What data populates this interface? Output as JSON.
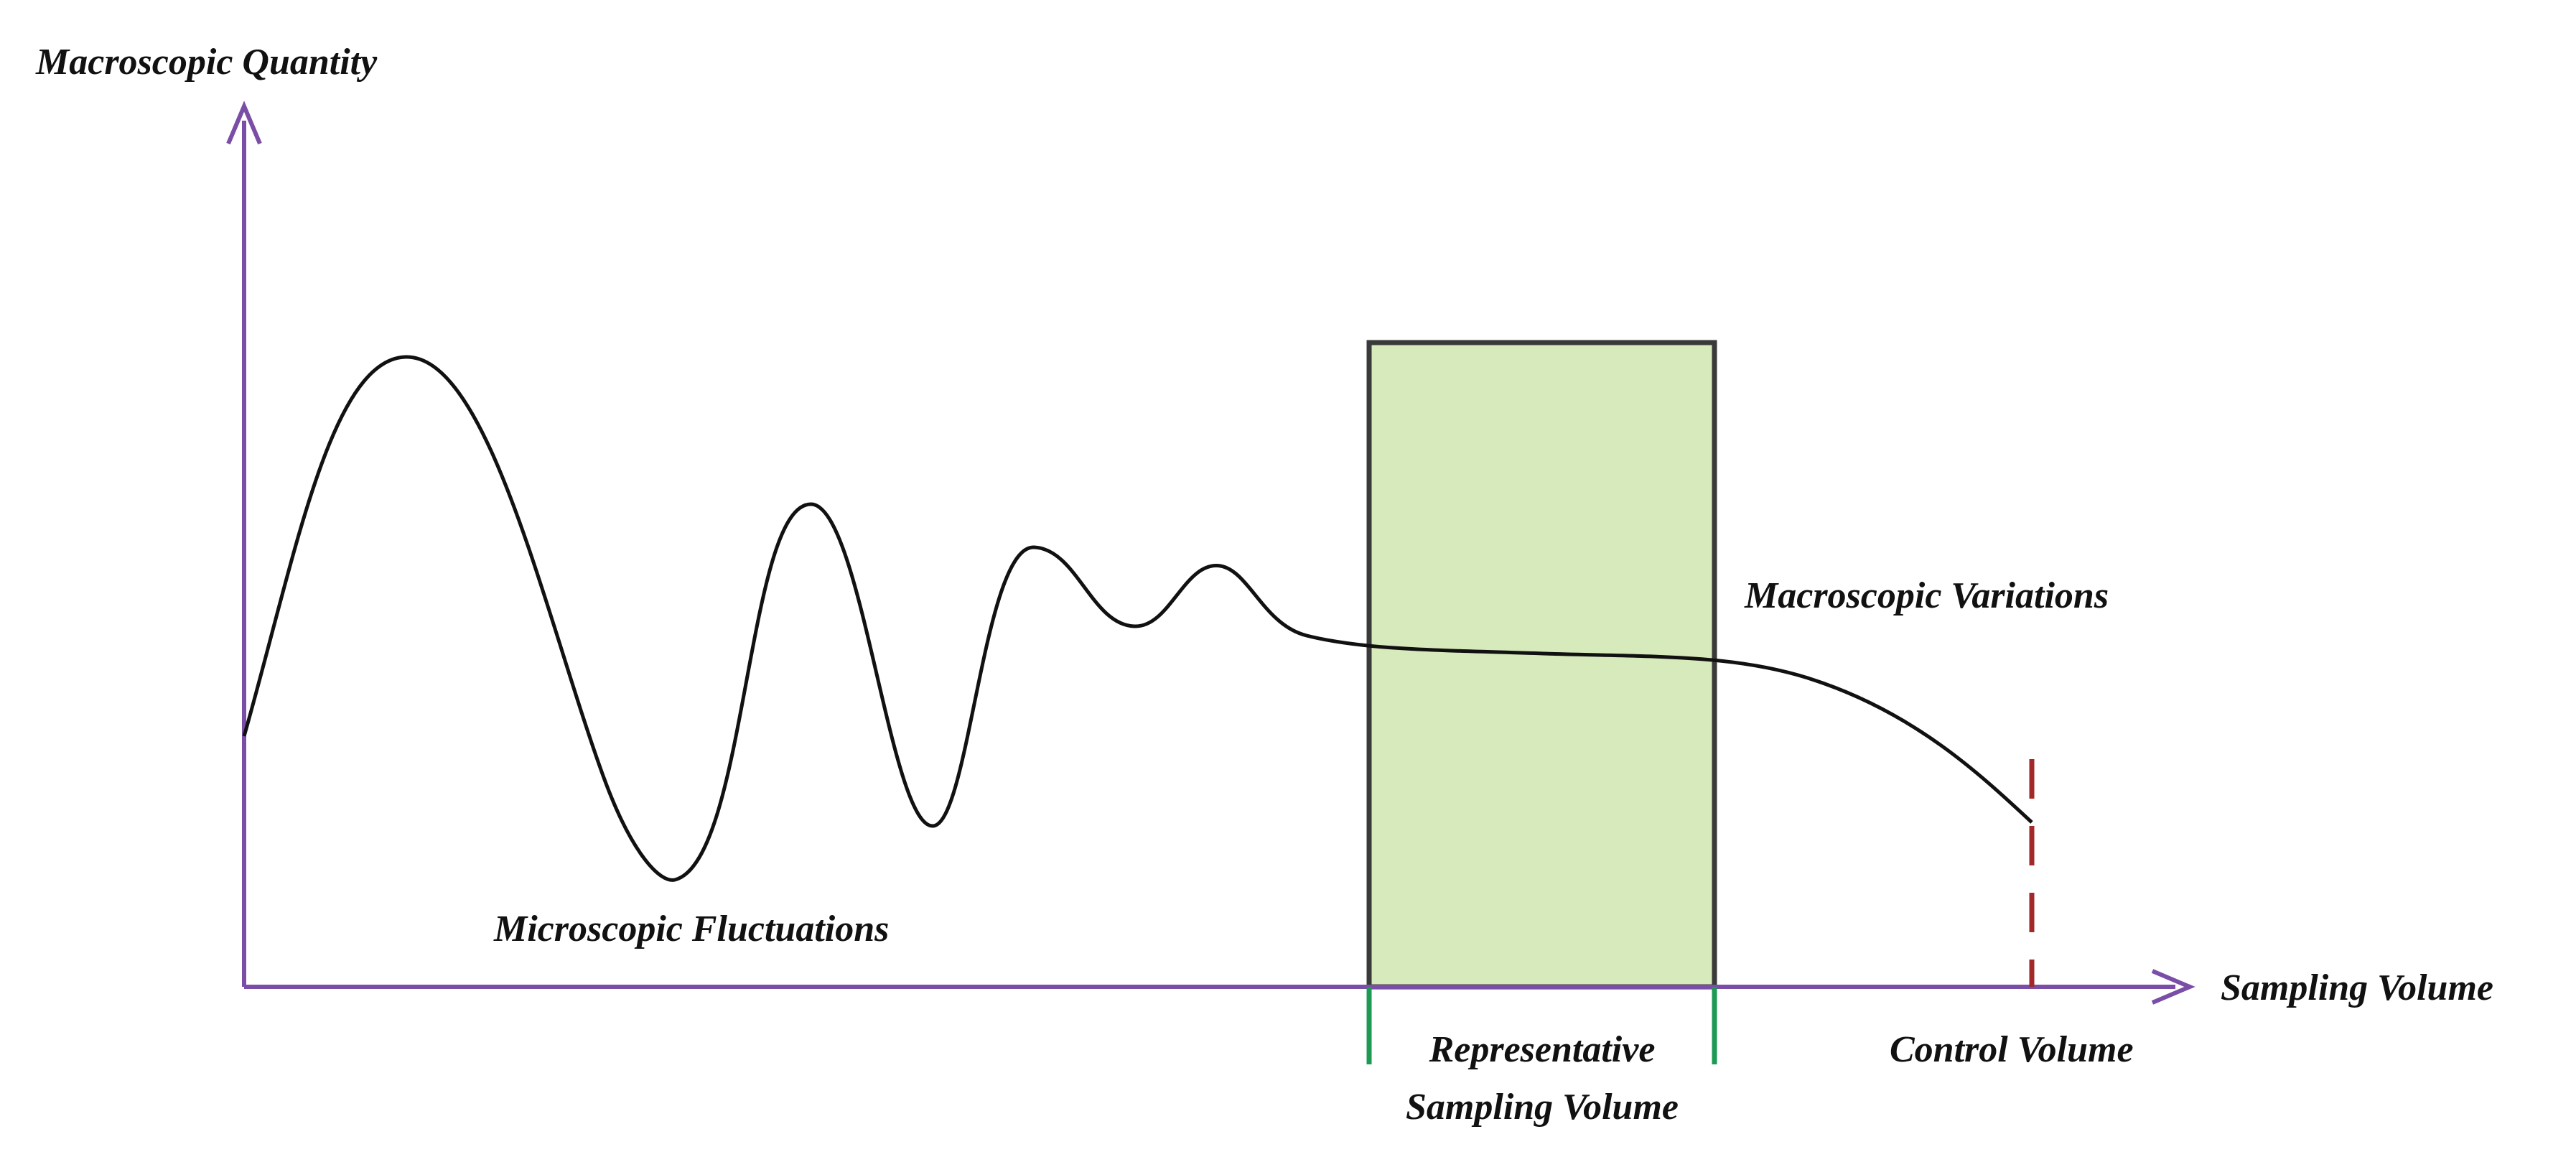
{
  "labels": {
    "y_axis": "Macroscopic Quantity",
    "x_axis": "Sampling Volume",
    "micro": "Microscopic Fluctuations",
    "macro": "Macroscopic Variations",
    "rsv_line1": "Representative",
    "rsv_line2": "Sampling Volume",
    "control": "Control Volume"
  },
  "colors": {
    "axis": "#7a4ea6",
    "curve": "#111111",
    "rsv_fill": "#d6eabb",
    "rsv_border": "#3a3a3a",
    "rsv_ticks": "#1e9a55",
    "control_line": "#a3282a",
    "text": "#111111"
  }
}
